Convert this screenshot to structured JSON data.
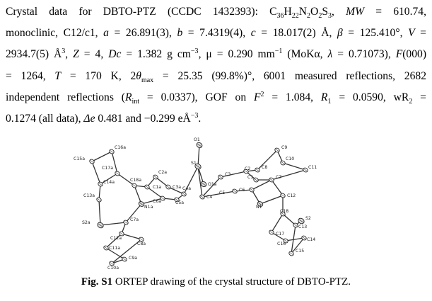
{
  "paragraph": {
    "l1": {
      "a": "Crystal data for DBTO-PTZ (CCDC 1432393): C",
      "s36": "36",
      "h": "H",
      "s22": "22",
      "n": "N",
      "o": "O",
      "s2": "2",
      "s": "S",
      "s3": "3",
      "sep": ", ",
      "mw": "MW",
      "val": " = 610.74,"
    },
    "l2": {
      "a": "monoclinic, C12/c1, ",
      "av": "a",
      "aval": " = 26.891(3), ",
      "bv": "b",
      "bval": " = 7.4319(4), ",
      "cv": "c",
      "cval": " = 18.017(2) Å, ",
      "beta": "β",
      "betaval": " = 125.410°, ",
      "vv": "V",
      "veq": " ="
    },
    "l3": {
      "a": "2934.7(5) Å",
      "sup3": "3",
      "zpre": ", ",
      "zv": "Z",
      "zval": " = 4, ",
      "dc": "Dc",
      "dcval": " = 1.382 g cm",
      "supm3": "−3",
      "mu": ", μ",
      "muval": " = 0.290 mm",
      "supm1": "−1",
      "mok": " (MoKα, ",
      "lam": "λ",
      "lamval": " = 0.71073), ",
      "f": "F",
      "fval": "(000)"
    },
    "l4": {
      "a": "= 1264, ",
      "tv": "T",
      "tval": " = 170 K, 2",
      "theta": "θ",
      "max": "max",
      "rest": " = 25.35 (99.8%)°, 6001 measured reflections, 2682"
    },
    "l5": {
      "a": "independent reflections (",
      "r": "R",
      "int": "int",
      "b": " = 0.0337), GOF on ",
      "f": "F",
      "sup2": "2",
      "c": " = 1.084, ",
      "r1": "R",
      "s1": "1",
      "d": " = 0.0590, wR",
      "s2": "2",
      "e": " ="
    },
    "l6": {
      "a": "0.1274 (all data), ",
      "de": "Δe",
      "b": " 0.481 and −0.299 eÅ",
      "sup": "−3",
      "c": "."
    }
  },
  "figure": {
    "atom_labels": [
      "C16a",
      "C15a",
      "C17a",
      "C14a",
      "C18a",
      "C2a",
      "C1a",
      "C3a",
      "S1",
      "O1",
      "O1a",
      "C4a",
      "C4",
      "C3",
      "C2",
      "C8",
      "C1",
      "C9",
      "C10",
      "C11",
      "C7",
      "C6",
      "C5",
      "C12",
      "C13a",
      "N1a",
      "C6a",
      "C5a",
      "N1",
      "C18",
      "C13",
      "S2",
      "C17",
      "C16",
      "C14",
      "C15",
      "S2a",
      "C7a",
      "C12a",
      "C8a",
      "C11a",
      "C9a",
      "C10a"
    ]
  },
  "caption": {
    "label": "Fig. S1",
    "text": " ORTEP drawing of the crystal structure of DBTO-PTZ."
  }
}
